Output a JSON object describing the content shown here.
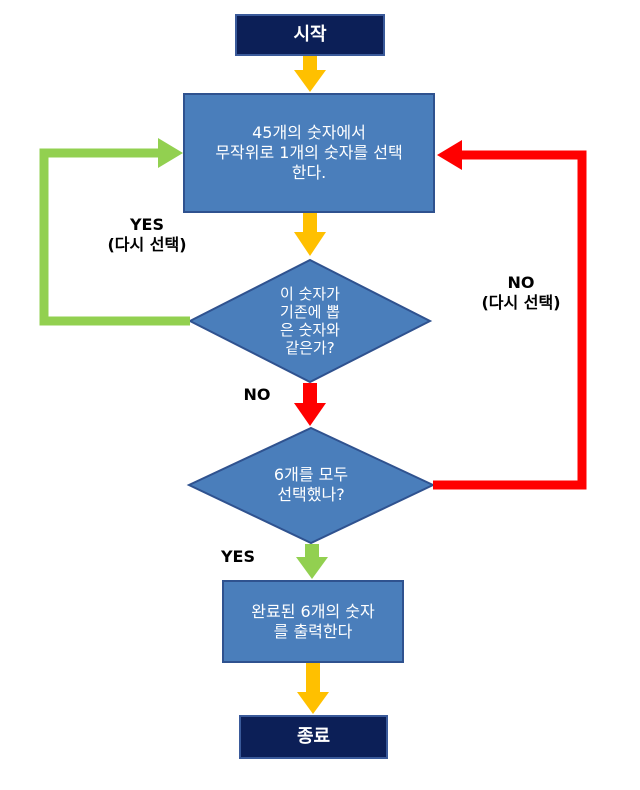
{
  "flowchart": {
    "start": {
      "label": "시작"
    },
    "select_box": {
      "label": "45개의 숫자에서\n무작위로 1개의 숫자를 선택\n한다."
    },
    "duplicate_check": {
      "label": "이 숫자가\n기존에 뽑\n은 숫자와\n같은가?"
    },
    "count_check": {
      "label": "6개를 모두\n선택했나?"
    },
    "output_box": {
      "label": "완료된 6개의 숫자\n를 출력한다"
    },
    "end": {
      "label": "종료"
    },
    "edge_labels": {
      "duplicate_yes": "YES\n(다시 선택)",
      "duplicate_no": "NO",
      "count_no": "NO\n(다시 선택)",
      "count_yes": "YES"
    }
  },
  "colors": {
    "terminal_fill": "#0C1F57",
    "process_fill": "#4A7EBB",
    "process_border": "#2F528F",
    "arrow_orange": "#FFC000",
    "arrow_green": "#92D050",
    "arrow_red": "#FF0000"
  }
}
